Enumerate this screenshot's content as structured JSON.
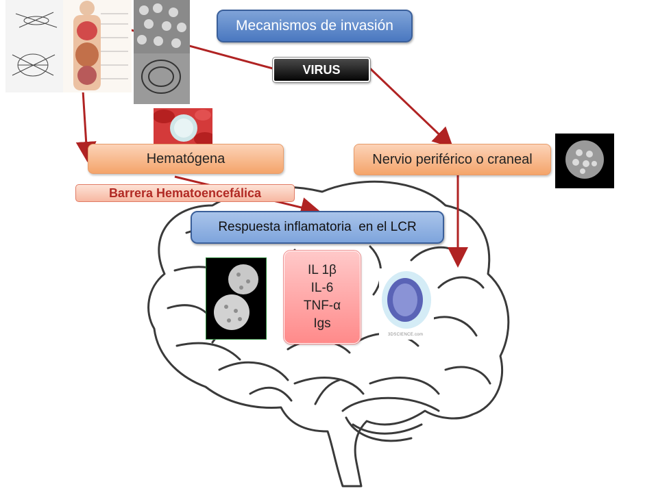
{
  "title": "Mecanismos de invasión",
  "virus_label": "VIRUS",
  "routes": {
    "hematogena": "Hematógena",
    "nervio": "Nervio periférico o craneal"
  },
  "barrier": "Barrera Hematoencefálica",
  "response": "Respuesta inflamatoria  en el LCR",
  "cytokines": [
    "IL 1β",
    "IL-6",
    "TNF-α",
    "Igs"
  ],
  "image_caption": "3DSCIENCE.com",
  "colors": {
    "arrow": "#b02323",
    "title_box": "#4f7fc4",
    "route_box": "#f6ac78",
    "cytokine_box": "#ff9a9a"
  }
}
